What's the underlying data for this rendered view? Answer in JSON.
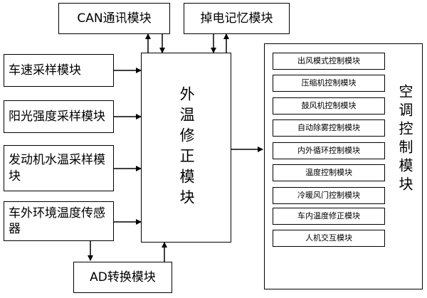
{
  "modules": {
    "can": "CAN通讯模块",
    "power_memory": "掉电记忆模块",
    "speed": "车速采样模块",
    "sun": "阳光强度采样模块",
    "engine_temp": "发动机水温采样模块",
    "env_temp": "车外环境温度传感器",
    "ad": "AD转换模块",
    "center": "外温修正模块",
    "ac": "空调控制模块"
  },
  "submodules": [
    "出风模式控制模块",
    "压缩机控制模块",
    "鼓风机控制模块",
    "自动除雾控制模块",
    "内外循环控制模块",
    "温度控制模块",
    "冷暖风门控制模块",
    "车内温度修正模块",
    "人机交互模块"
  ]
}
